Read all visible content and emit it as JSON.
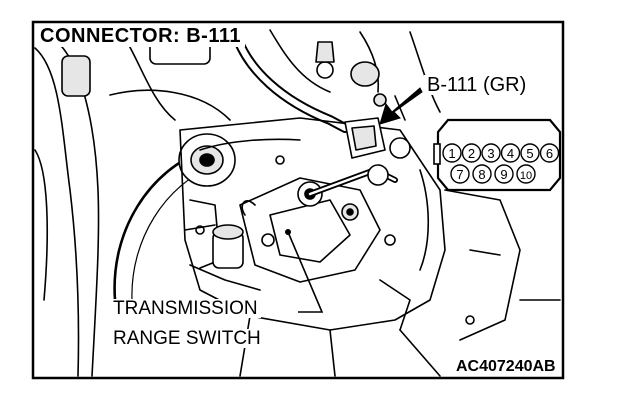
{
  "title": "CONNECTOR: B-111",
  "connector_label": "B-111 (GR)",
  "callout": {
    "line1": "TRANSMISSION",
    "line2": "RANGE SWITCH"
  },
  "figure_code": "AC407240AB",
  "connector_pins": {
    "top_row": [
      "1",
      "2",
      "3",
      "4",
      "5",
      "6"
    ],
    "bottom_row": [
      "7",
      "8",
      "9",
      "10"
    ]
  },
  "colors": {
    "ink": "#000000",
    "paper": "#ffffff",
    "shade": "#e6e6e6"
  }
}
